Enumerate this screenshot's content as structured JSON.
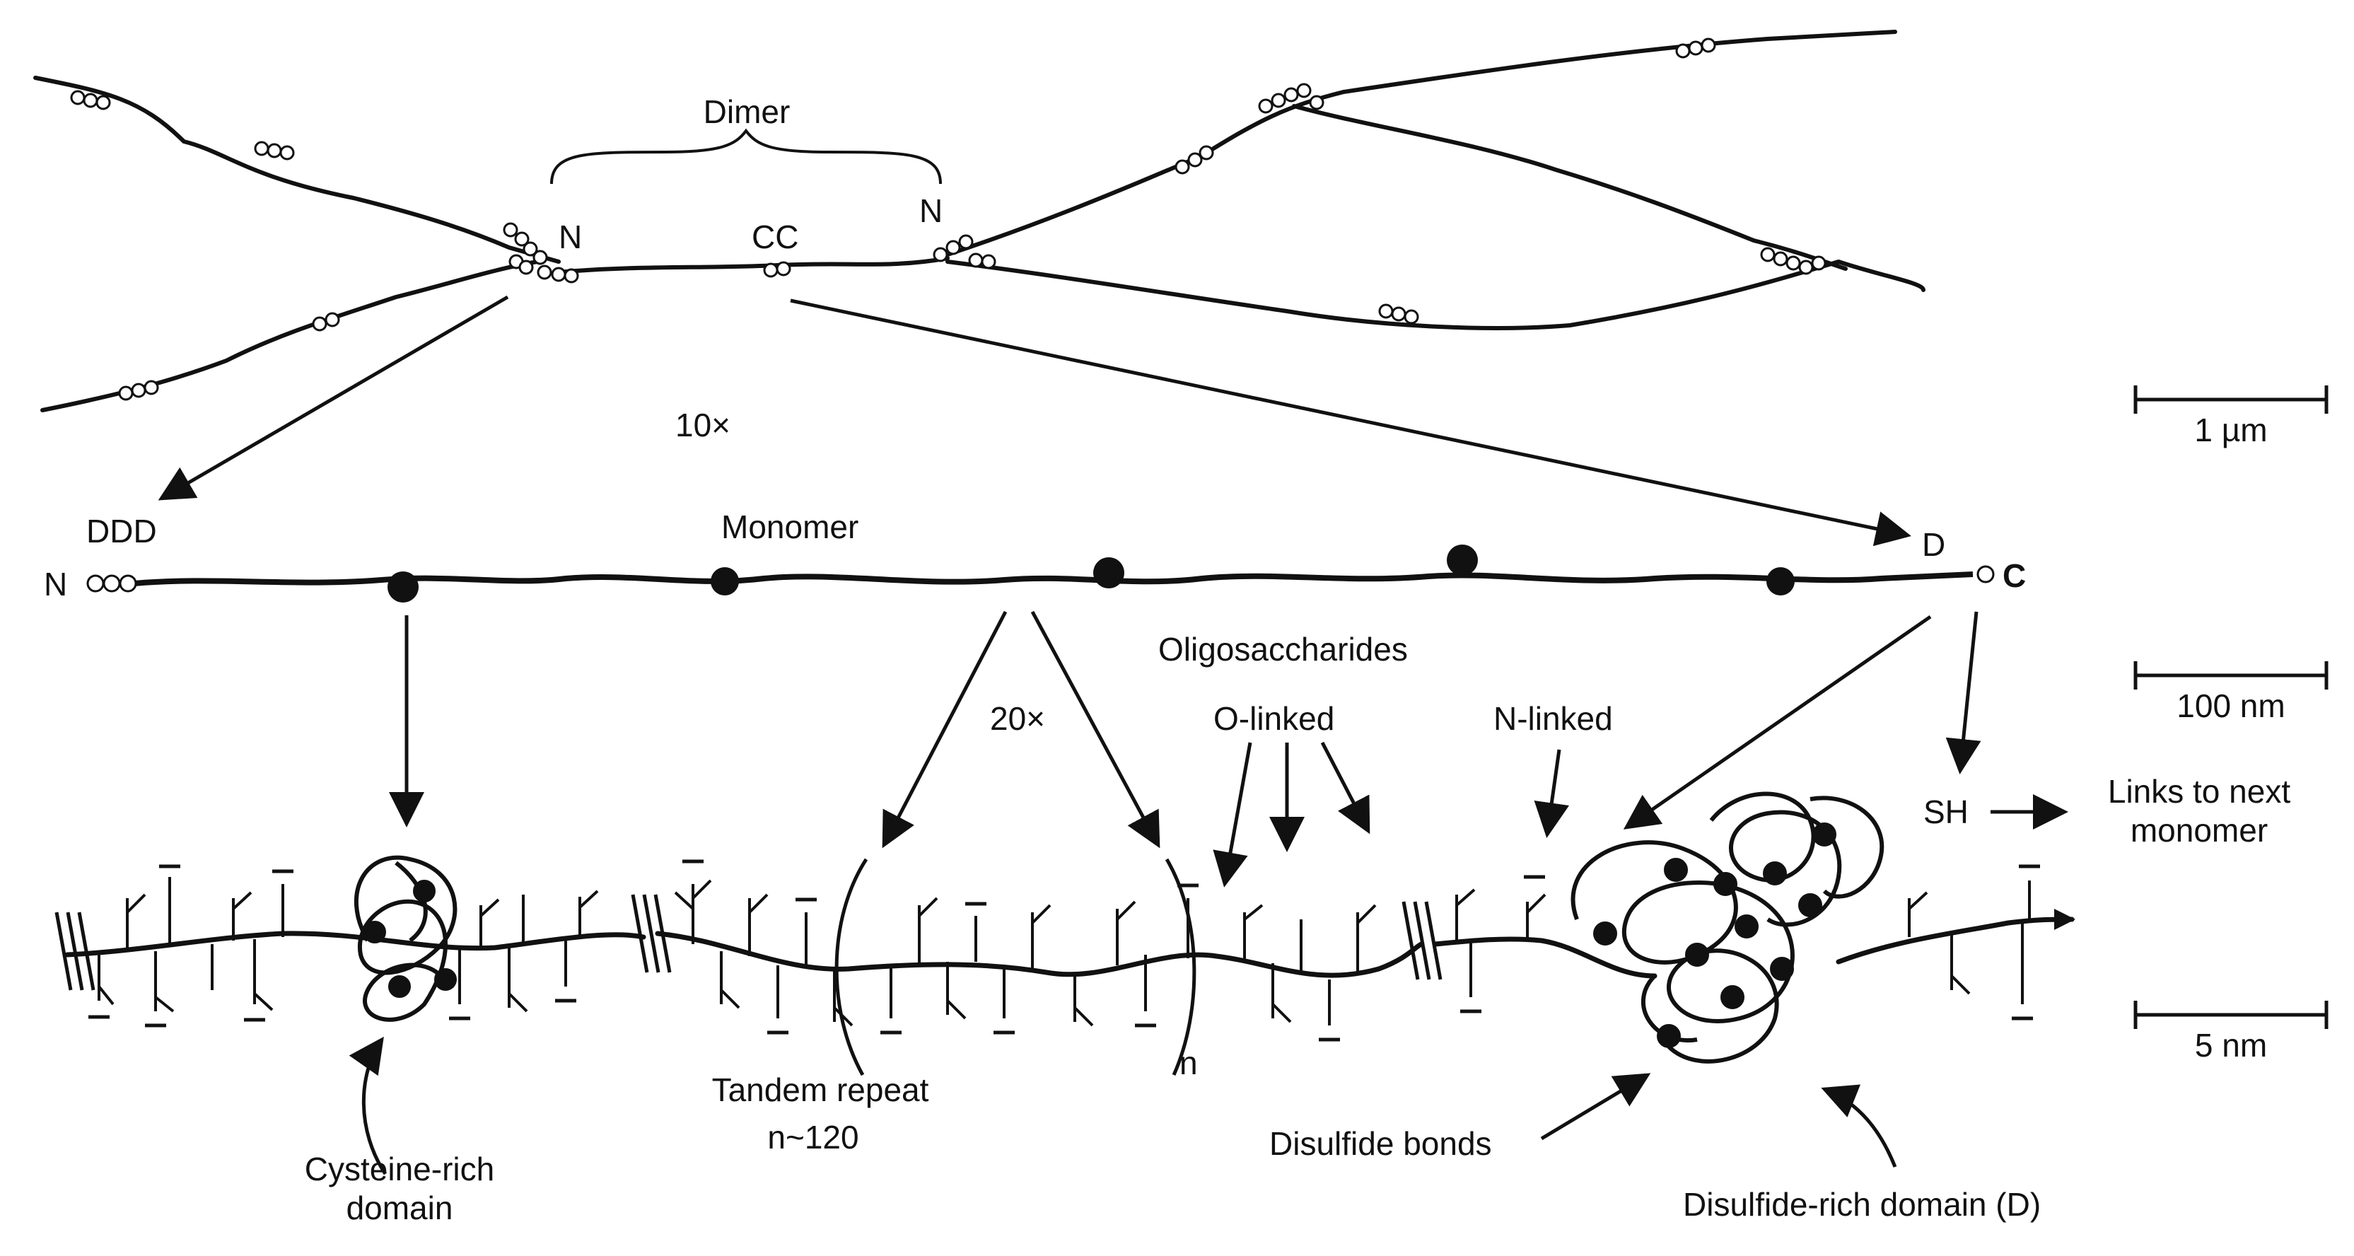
{
  "labels": {
    "dimer": "Dimer",
    "n_left": "N",
    "cc": "CC",
    "n_right": "N",
    "ten_x": "10×",
    "ddd": "DDD",
    "monomer": "Monomer",
    "n_monomer": "N",
    "d_monomer": "D",
    "c_monomer": "C",
    "oligosaccharides": "Oligosaccharides",
    "twenty_x": "20×",
    "o_linked": "O-linked",
    "n_linked": "N-linked",
    "sh": "SH",
    "links_to_next": "Links to next monomer",
    "n_repeat": "n",
    "tandem_repeat": "Tandem repeat",
    "n_120": "n~120",
    "cysteine_rich": "Cysteine-rich domain",
    "disulfide_bonds": "Disulfide bonds",
    "disulfide_rich": "Disulfide-rich domain (D)"
  },
  "scale_bars": {
    "top": "1 µm",
    "middle": "100 nm",
    "bottom": "5 nm"
  }
}
